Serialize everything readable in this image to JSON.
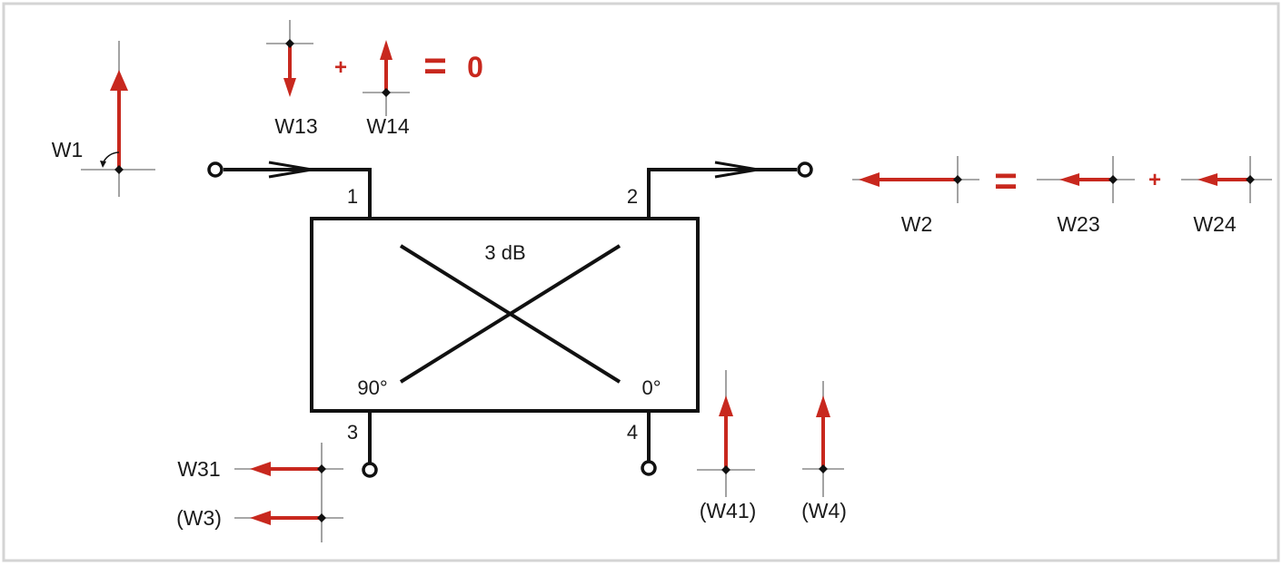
{
  "diagram": {
    "component_label": "3 dB",
    "ports": {
      "p1": "1",
      "p2": "2",
      "p3": "3",
      "p4": "4"
    },
    "phases": {
      "left": "90°",
      "right": "0°"
    },
    "equation_top": {
      "a": "W13",
      "plus": "+",
      "b": "W14",
      "equals": "=",
      "result": "0"
    },
    "equation_right": {
      "a": "W2",
      "equals": "=",
      "b": "W23",
      "plus": "+",
      "c": "W24"
    },
    "vectors": {
      "w1": "W1",
      "w31": "W31",
      "w3": "(W3)",
      "w41": "(W41)",
      "w4": "(W4)"
    },
    "colors": {
      "vector": "#c8281e",
      "wire": "#111111",
      "axis": "#8c8c8c",
      "border": "#d4d4d4"
    }
  }
}
